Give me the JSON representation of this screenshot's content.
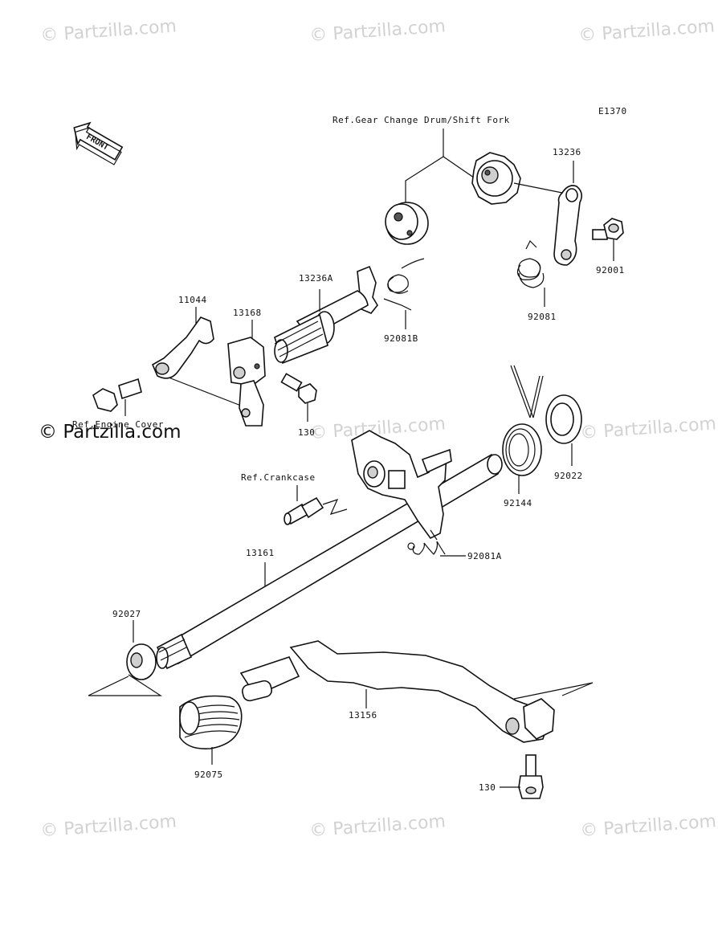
{
  "diagram_code": "E1370",
  "front_label": "FRONT",
  "watermarks": {
    "text": "Partzilla.com",
    "strong_text": "Partzilla.com"
  },
  "references": {
    "gear_change_drum": "Ref.Gear Change Drum/Shift Fork",
    "crankcase": "Ref.Crankcase",
    "engine_cover": "Ref.Engine Cover"
  },
  "parts": {
    "p13236": "13236",
    "p92001": "92001",
    "p92081": "92081",
    "p13236A": "13236A",
    "p92081B": "92081B",
    "p11044": "11044",
    "p13168": "13168",
    "p130_upper": "130",
    "p92144": "92144",
    "p92022": "92022",
    "p92081A": "92081A",
    "p13161": "13161",
    "p92027": "92027",
    "p13156": "13156",
    "p92075": "92075",
    "p130_lower": "130"
  },
  "colors": {
    "line": "#111111",
    "watermark": "#d2d2d2",
    "background": "#ffffff"
  }
}
